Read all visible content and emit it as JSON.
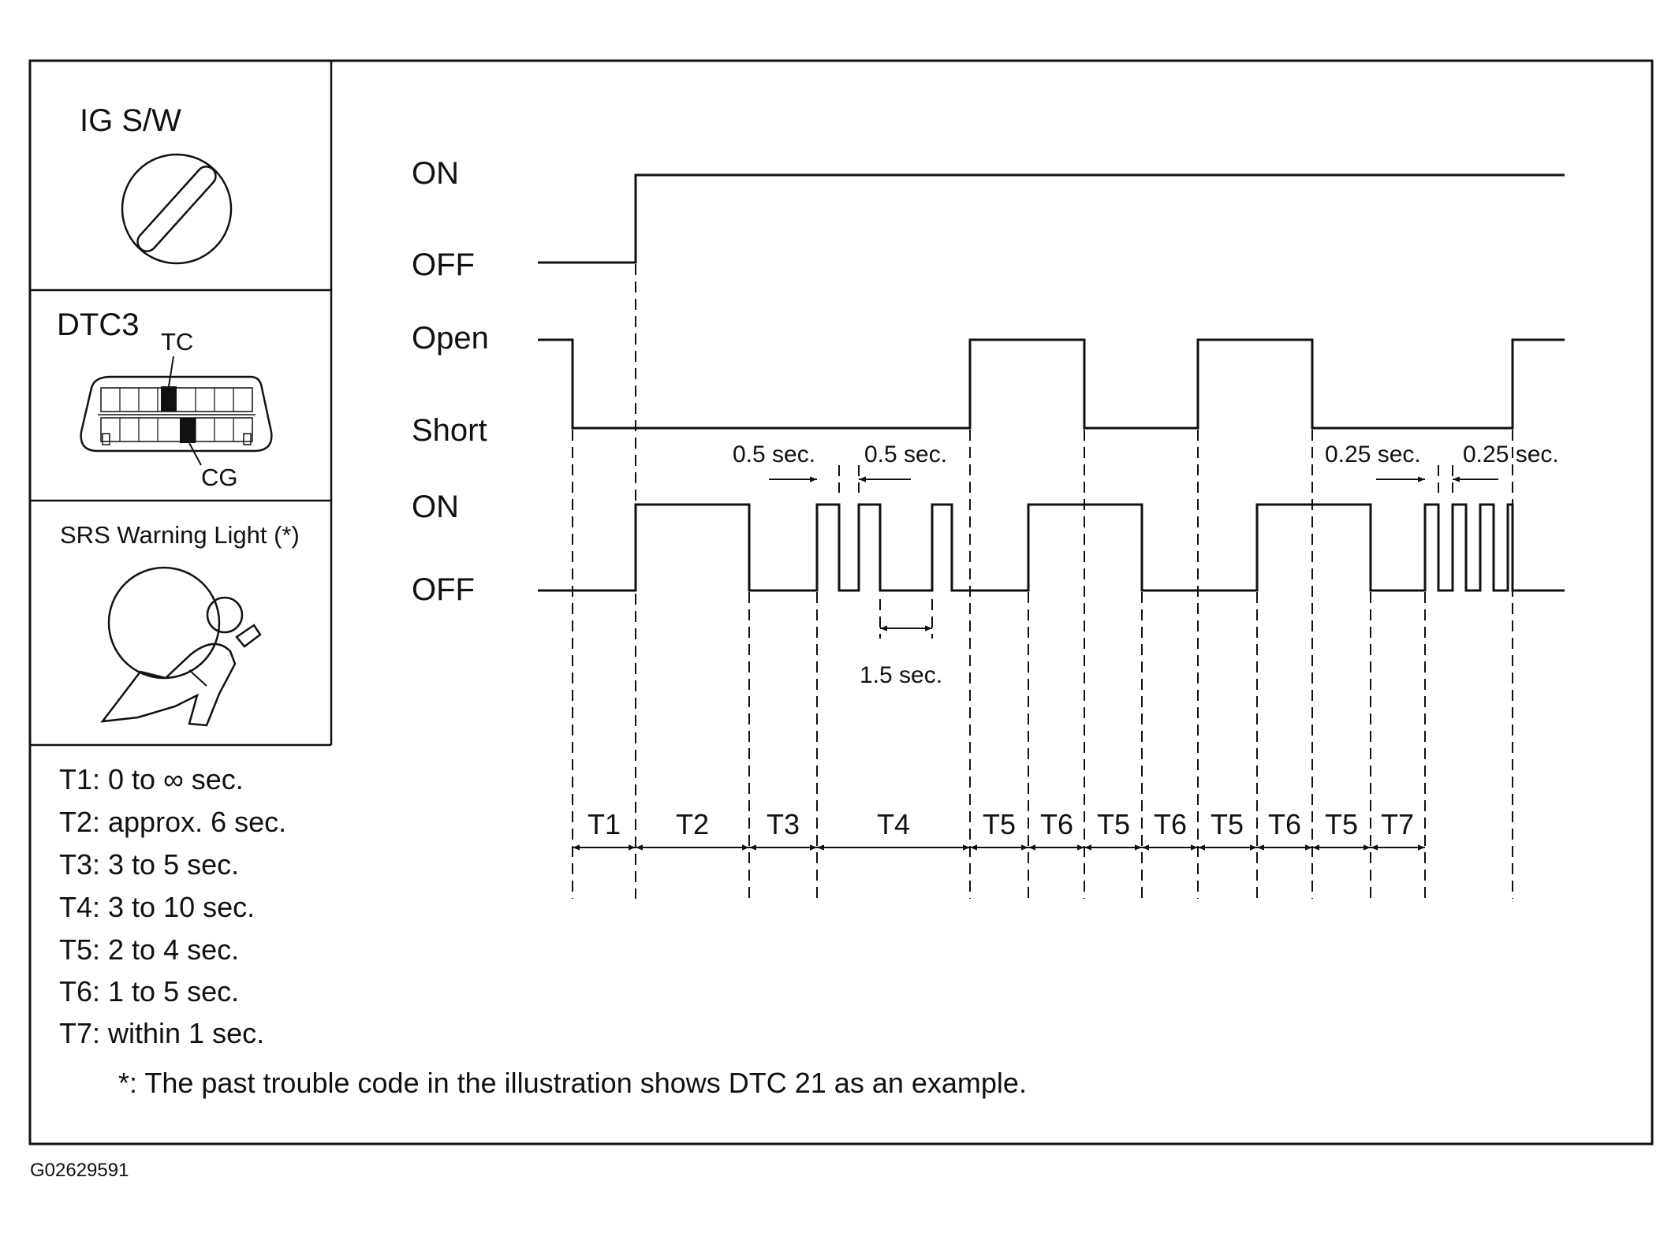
{
  "panels": {
    "ig_sw": {
      "title": "IG S/W"
    },
    "dtc3": {
      "title": "DTC3",
      "tc_label": "TC",
      "cg_label": "CG"
    },
    "srs": {
      "title": "SRS Warning Light (*)"
    }
  },
  "states": {
    "ig_on": "ON",
    "ig_off": "OFF",
    "dtc_open": "Open",
    "dtc_short": "Short",
    "srs_on": "ON",
    "srs_off": "OFF"
  },
  "dimensions": {
    "d1": "0.5 sec.",
    "d2": "0.5 sec.",
    "d3": "1.5 sec.",
    "d4": "0.25 sec.",
    "d5": "0.25 sec."
  },
  "periods": [
    "T1",
    "T2",
    "T3",
    "T4",
    "T5",
    "T6",
    "T5",
    "T6",
    "T5",
    "T6",
    "T5",
    "T7"
  ],
  "legend": [
    "T1: 0 to ∞ sec.",
    "T2: approx. 6 sec.",
    "T3: 3 to 5 sec.",
    "T4: 3 to 10 sec.",
    "T5: 2 to 4 sec.",
    "T6: 1 to 5 sec.",
    "T7: within 1 sec."
  ],
  "footnote": "*: The past trouble code in the illustration shows DTC 21 as an example.",
  "figure_code": "G02629591"
}
